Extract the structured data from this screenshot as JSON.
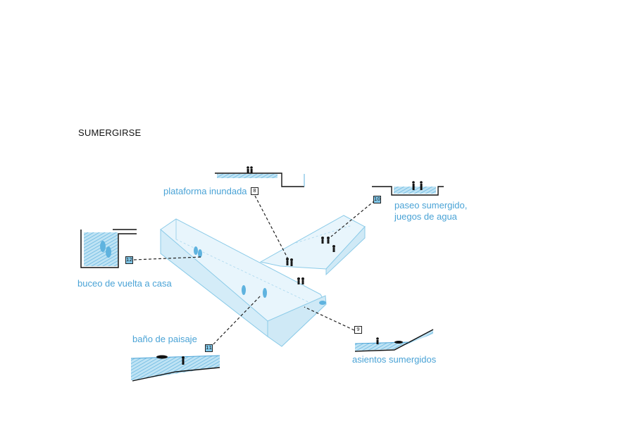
{
  "title": "SUMERGIRSE",
  "labels": {
    "plataforma": "plataforma inundada",
    "paseo_1": "paseo sumergido,",
    "paseo_2": "juegos de agua",
    "buceo": "buceo de vuelta a casa",
    "bano": "baño de paisaje",
    "asientos": "asientos sumergidos"
  },
  "markers": {
    "plataforma": "8",
    "paseo": "10",
    "buceo": "12",
    "bano": "11",
    "asientos": "9"
  },
  "colors": {
    "water": "#7fc6e8",
    "water_light": "#e6f4fb",
    "label": "#4aa3d6",
    "ink": "#222222"
  }
}
